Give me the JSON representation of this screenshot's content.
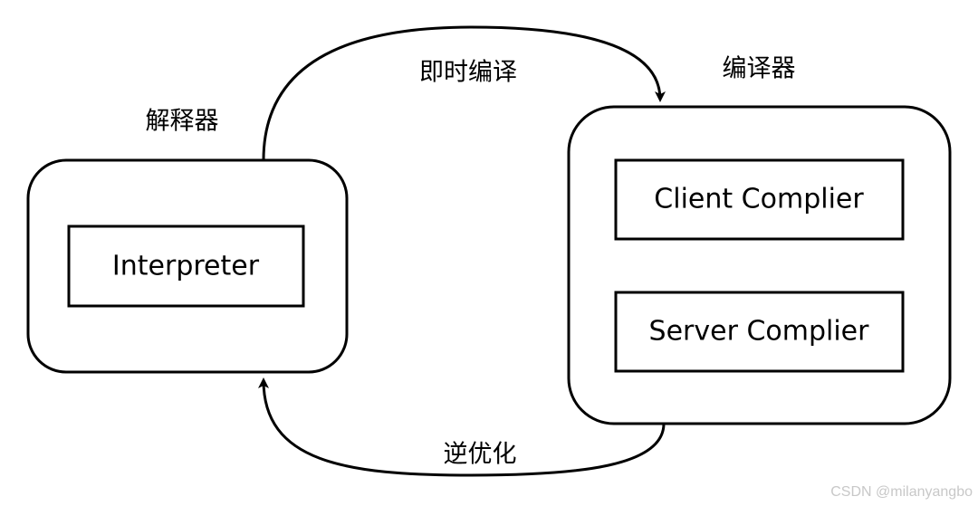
{
  "interpreter_group": {
    "label": "解释器",
    "inner": "Interpreter"
  },
  "compiler_group": {
    "label": "编译器",
    "inner": [
      "Client Complier",
      "Server Complier"
    ]
  },
  "edges": {
    "jit": "即时编译",
    "deopt": "逆优化"
  },
  "watermark": "CSDN @milanyangbo"
}
